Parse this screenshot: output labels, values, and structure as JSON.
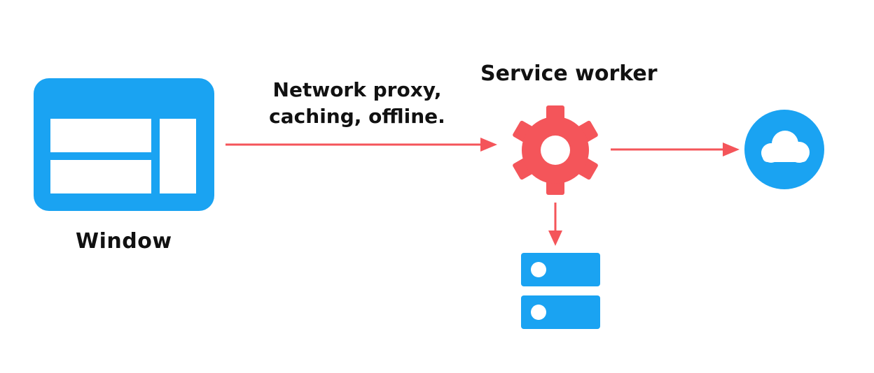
{
  "nodes": {
    "window": {
      "label": "Window",
      "icon": "browser-window-icon"
    },
    "service_worker": {
      "label": "Service worker",
      "icon": "gear-icon"
    },
    "network": {
      "icon": "cloud-icon"
    },
    "storage": {
      "icon": "database-server-icon"
    }
  },
  "edges": {
    "window_to_worker": {
      "label_lines": [
        "Network proxy,",
        "caching, offline."
      ]
    },
    "worker_to_network": {
      "label": ""
    },
    "worker_to_storage": {
      "label": ""
    }
  },
  "colors": {
    "blue": "#1aa3f2",
    "red": "#f4555a",
    "text": "#111111",
    "background": "#ffffff"
  }
}
